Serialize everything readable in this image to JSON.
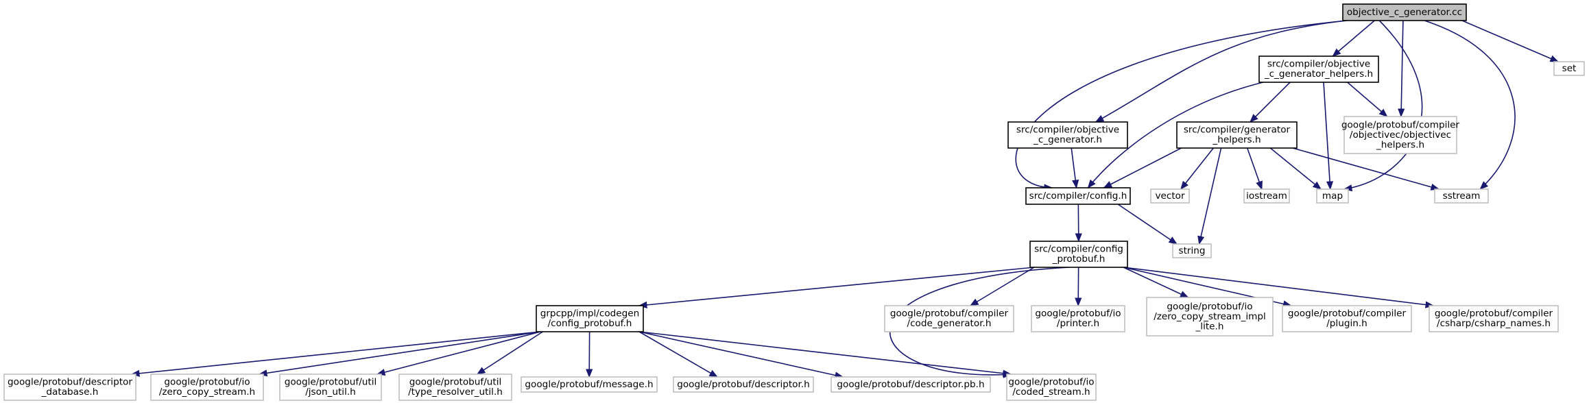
{
  "colors": {
    "root_fill": "#bfbfbf",
    "root_stroke": "#000000",
    "internal_stroke": "#000000",
    "external_stroke": "#bfbfbf",
    "node_fill": "#ffffff",
    "text": "#000000",
    "edge": "#191970"
  },
  "nodes": [
    {
      "id": "root",
      "kind": "root",
      "lines": [
        "objective_c_generator.cc"
      ]
    },
    {
      "id": "helpers",
      "kind": "internal",
      "lines": [
        "src/compiler/objective",
        "_c_generator_helpers.h"
      ]
    },
    {
      "id": "set",
      "kind": "external",
      "lines": [
        "set"
      ]
    },
    {
      "id": "objgen",
      "kind": "internal",
      "lines": [
        "src/compiler/objective",
        "_c_generator.h"
      ]
    },
    {
      "id": "genhelpers",
      "kind": "internal",
      "lines": [
        "src/compiler/generator",
        "_helpers.h"
      ]
    },
    {
      "id": "objchelpers",
      "kind": "external",
      "lines": [
        "google/protobuf/compiler",
        "/objectivec/objectivec",
        "_helpers.h"
      ]
    },
    {
      "id": "config",
      "kind": "internal",
      "lines": [
        "src/compiler/config.h"
      ]
    },
    {
      "id": "vector",
      "kind": "external",
      "lines": [
        "vector"
      ]
    },
    {
      "id": "iostream",
      "kind": "external",
      "lines": [
        "iostream"
      ]
    },
    {
      "id": "map",
      "kind": "external",
      "lines": [
        "map"
      ]
    },
    {
      "id": "sstream",
      "kind": "external",
      "lines": [
        "sstream"
      ]
    },
    {
      "id": "string",
      "kind": "external",
      "lines": [
        "string"
      ]
    },
    {
      "id": "configpb",
      "kind": "internal",
      "lines": [
        "src/compiler/config",
        "_protobuf.h"
      ]
    },
    {
      "id": "grpcpp",
      "kind": "internal",
      "lines": [
        "grpcpp/impl/codegen",
        "/config_protobuf.h"
      ]
    },
    {
      "id": "codegenerator",
      "kind": "external",
      "lines": [
        "google/protobuf/compiler",
        "/code_generator.h"
      ]
    },
    {
      "id": "printer",
      "kind": "external",
      "lines": [
        "google/protobuf/io",
        "/printer.h"
      ]
    },
    {
      "id": "zcsimpl",
      "kind": "external",
      "lines": [
        "google/protobuf/io",
        "/zero_copy_stream_impl",
        "_lite.h"
      ]
    },
    {
      "id": "plugin",
      "kind": "external",
      "lines": [
        "google/protobuf/compiler",
        "/plugin.h"
      ]
    },
    {
      "id": "csharp",
      "kind": "external",
      "lines": [
        "google/protobuf/compiler",
        "/csharp/csharp_names.h"
      ]
    },
    {
      "id": "descdb",
      "kind": "external",
      "lines": [
        "google/protobuf/descriptor",
        "_database.h"
      ]
    },
    {
      "id": "zcs",
      "kind": "external",
      "lines": [
        "google/protobuf/io",
        "/zero_copy_stream.h"
      ]
    },
    {
      "id": "jsonutil",
      "kind": "external",
      "lines": [
        "google/protobuf/util",
        "/json_util.h"
      ]
    },
    {
      "id": "typeresolver",
      "kind": "external",
      "lines": [
        "google/protobuf/util",
        "/type_resolver_util.h"
      ]
    },
    {
      "id": "message",
      "kind": "external",
      "lines": [
        "google/protobuf/message.h"
      ]
    },
    {
      "id": "descriptor",
      "kind": "external",
      "lines": [
        "google/protobuf/descriptor.h"
      ]
    },
    {
      "id": "descriptorpb",
      "kind": "external",
      "lines": [
        "google/protobuf/descriptor.pb.h"
      ]
    },
    {
      "id": "codedstream",
      "kind": "external",
      "lines": [
        "google/protobuf/io",
        "/coded_stream.h"
      ]
    }
  ],
  "edges": [
    [
      "root",
      "helpers"
    ],
    [
      "root",
      "set"
    ],
    [
      "root",
      "objgen"
    ],
    [
      "root",
      "objchelpers"
    ],
    [
      "root",
      "config"
    ],
    [
      "root",
      "map"
    ],
    [
      "root",
      "sstream"
    ],
    [
      "helpers",
      "genhelpers"
    ],
    [
      "helpers",
      "objchelpers"
    ],
    [
      "helpers",
      "config"
    ],
    [
      "helpers",
      "map"
    ],
    [
      "objgen",
      "config"
    ],
    [
      "genhelpers",
      "config"
    ],
    [
      "genhelpers",
      "vector"
    ],
    [
      "genhelpers",
      "iostream"
    ],
    [
      "genhelpers",
      "map"
    ],
    [
      "genhelpers",
      "sstream"
    ],
    [
      "genhelpers",
      "string"
    ],
    [
      "config",
      "configpb"
    ],
    [
      "config",
      "string"
    ],
    [
      "configpb",
      "grpcpp"
    ],
    [
      "configpb",
      "codegenerator"
    ],
    [
      "configpb",
      "printer"
    ],
    [
      "configpb",
      "zcsimpl"
    ],
    [
      "configpb",
      "plugin"
    ],
    [
      "configpb",
      "csharp"
    ],
    [
      "configpb",
      "codedstream"
    ],
    [
      "grpcpp",
      "descdb"
    ],
    [
      "grpcpp",
      "zcs"
    ],
    [
      "grpcpp",
      "jsonutil"
    ],
    [
      "grpcpp",
      "typeresolver"
    ],
    [
      "grpcpp",
      "message"
    ],
    [
      "grpcpp",
      "descriptor"
    ],
    [
      "grpcpp",
      "descriptorpb"
    ],
    [
      "grpcpp",
      "codedstream"
    ]
  ]
}
